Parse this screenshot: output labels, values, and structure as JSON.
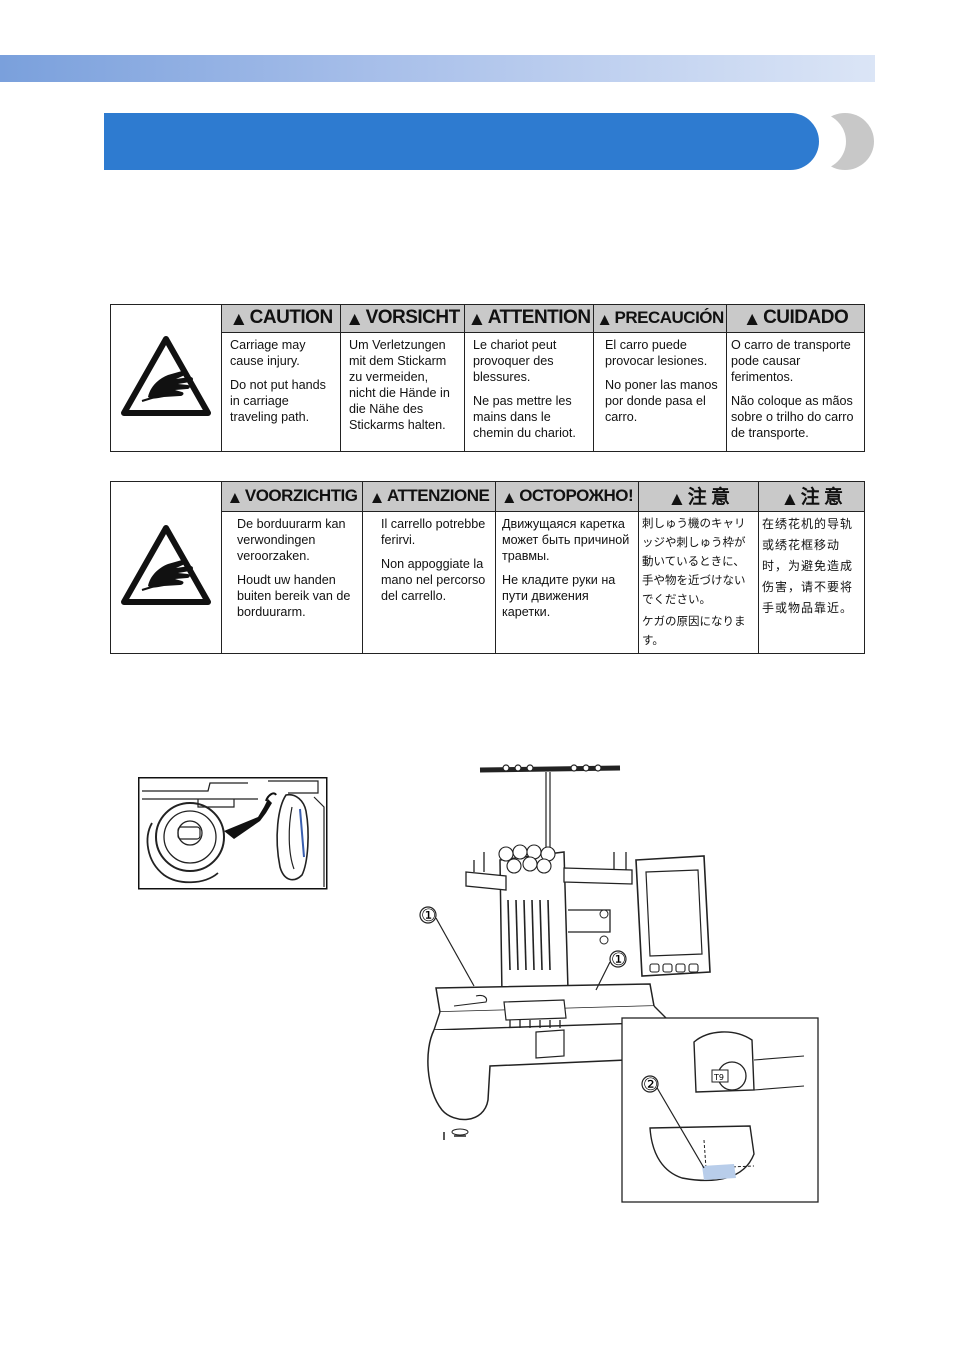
{
  "warning_table_1": {
    "headers": [
      "CAUTION",
      "VORSICHT",
      "ATTENTION",
      "PRECAUCIÓN",
      "CUIDADO"
    ],
    "cells": [
      [
        "Carriage may cause injury.",
        "Do not put hands in carriage traveling path."
      ],
      [
        "Um Verletzungen mit dem Stickarm zu vermeiden, nicht die Hände in die Nähe des Stickarms halten."
      ],
      [
        "Le chariot peut provoquer des blessures.",
        "Ne pas mettre les mains dans le chemin du chariot."
      ],
      [
        "El carro puede provocar lesiones.",
        "No poner las manos por donde pasa el carro."
      ],
      [
        "O carro de transporte pode causar ferimentos.",
        "Não coloque as mãos sobre o trilho do carro de transporte."
      ]
    ]
  },
  "warning_table_2": {
    "headers": [
      "VOORZICHTIG",
      "ATTENZIONE",
      "ОСТОРОЖНО!",
      "注 意",
      "注 意"
    ],
    "cells": [
      [
        "De borduurarm kan verwondingen veroorzaken.",
        "Houdt uw handen buiten bereik van de borduurarm."
      ],
      [
        "Il carrello potrebbe ferirvi.",
        "Non appoggiate la mano nel percorso del carrello."
      ],
      [
        "Движущаяся каретка может быть причиной травмы.",
        "Не кладите руки на пути движения каретки."
      ],
      [
        "刺しゅう機のキャリッジや刺しゅう枠が動いているときに、手や物を近づけないでください。",
        "ケガの原因になります。"
      ],
      [
        "在绣花机的导轨或绣花框移动时，为避免造成伤害，请不要将手或物品靠近。"
      ]
    ]
  },
  "figure_labels": {
    "callout_1": "①",
    "callout_2": "②",
    "bobbin_case_label": "T9"
  },
  "colors": {
    "top_bar_start": "#7aa0dc",
    "top_bar_end": "#dbe5f6",
    "title_bar": "#2e7bd0",
    "header_cell": "#c9c9c9"
  }
}
